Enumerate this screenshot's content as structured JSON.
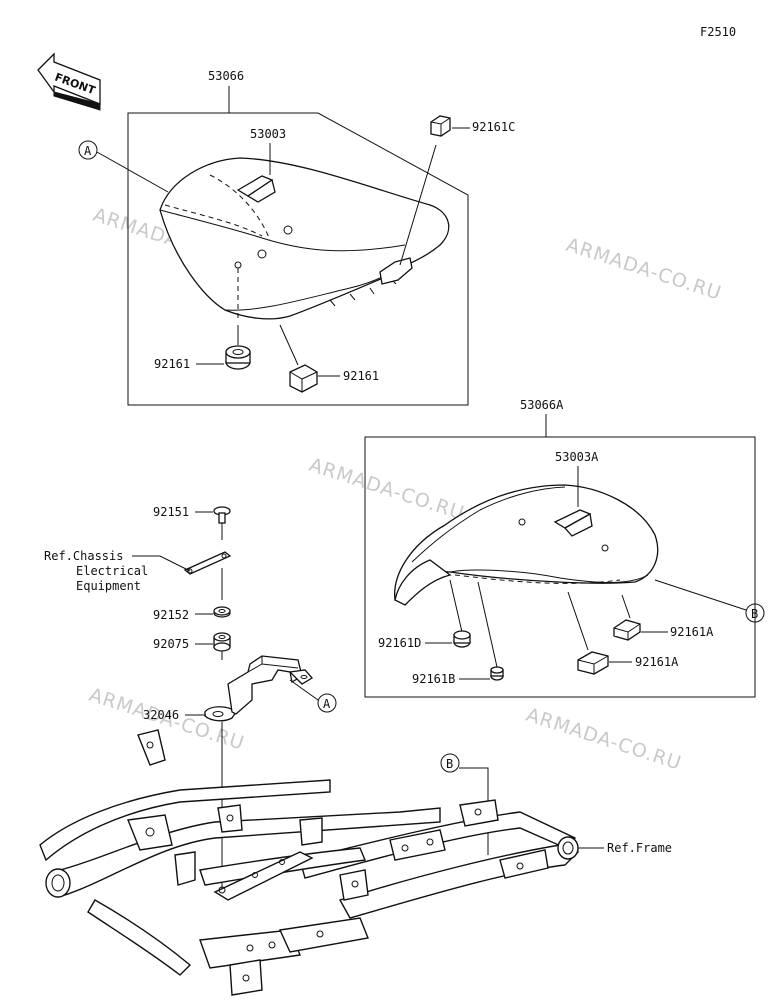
{
  "figure_code": "F2510",
  "front_label": "FRONT",
  "watermark": "ARMADA-CO.RU",
  "assembly_driver": {
    "label": "53066"
  },
  "assembly_passenger": {
    "label": "53066A"
  },
  "parts": {
    "p53003": "53003",
    "p92161c": "92161C",
    "p92161_left": "92161",
    "p92161_right": "92161",
    "p53003a": "53003A",
    "p92161d": "92161D",
    "p92161b": "92161B",
    "p92161a_top": "92161A",
    "p92161a_bottom": "92161A",
    "p92151": "92151",
    "p92152": "92152",
    "p92075": "92075",
    "p32046": "32046"
  },
  "callouts": {
    "a1": "A",
    "a2": "A",
    "b1": "B",
    "b2": "B"
  },
  "references": {
    "chassis_line1": "Ref.Chassis",
    "chassis_line2": "Electrical",
    "chassis_line3": "Equipment",
    "frame": "Ref.Frame"
  }
}
